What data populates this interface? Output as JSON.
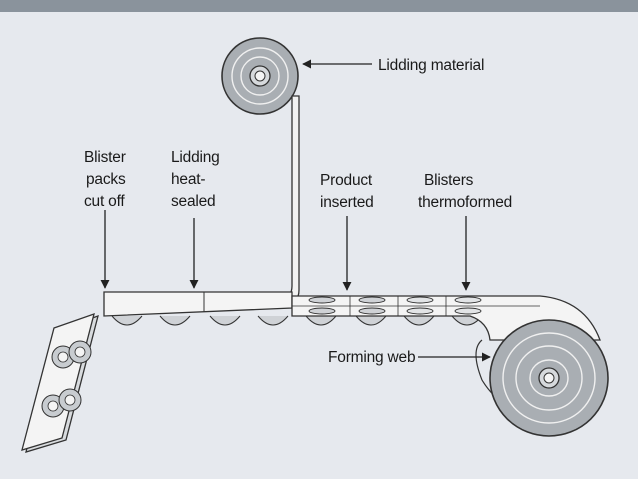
{
  "labels": {
    "lidding_material": "Lidding material",
    "blister_packs_cut_off": [
      "Blister",
      "packs",
      "cut off"
    ],
    "lidding_heat_sealed": [
      "Lidding",
      "heat-",
      "sealed"
    ],
    "product_inserted": [
      "Product",
      "inserted"
    ],
    "blisters_thermoformed": [
      "Blisters",
      "thermoformed"
    ],
    "forming_web": "Forming web"
  },
  "colors": {
    "background": "#e6e9ee",
    "top_bar": "#8a939c",
    "roll_fill": "#a9aeb3",
    "web_fill": "#f2f2f2",
    "line": "#333333"
  }
}
